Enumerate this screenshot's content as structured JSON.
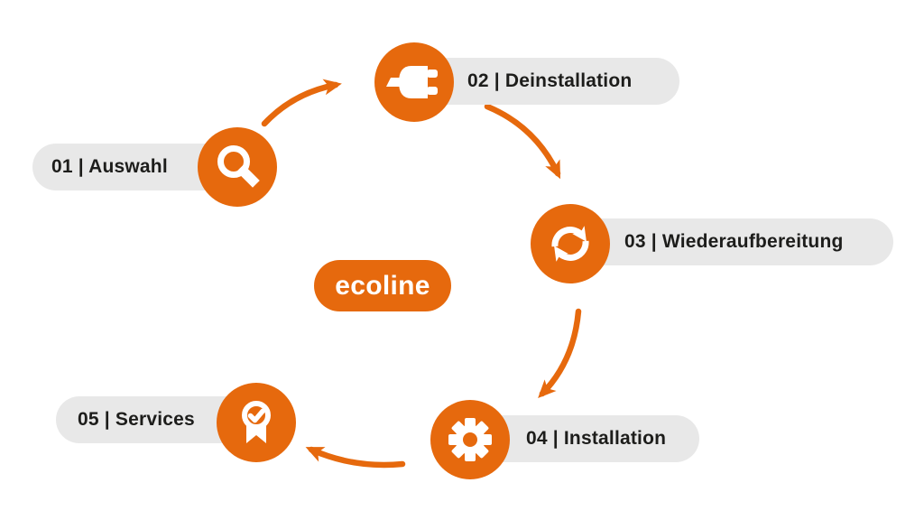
{
  "diagram": {
    "center_label": "ecoline",
    "steps": [
      {
        "label": "01 | Auswahl",
        "icon": "search-icon"
      },
      {
        "label": "02 | Deinstallation",
        "icon": "plug-icon"
      },
      {
        "label": "03 | Wiederaufbereitung",
        "icon": "sync-icon"
      },
      {
        "label": "04 | Installation",
        "icon": "gear-icon"
      },
      {
        "label": "05 | Services",
        "icon": "award-icon"
      }
    ],
    "colors": {
      "accent_orange": "#E6690D",
      "pill_gray": "#E8E8E8",
      "label_text": "#1D1D1B",
      "icon_white": "#FFFFFF",
      "background": "#FFFFFF"
    }
  }
}
